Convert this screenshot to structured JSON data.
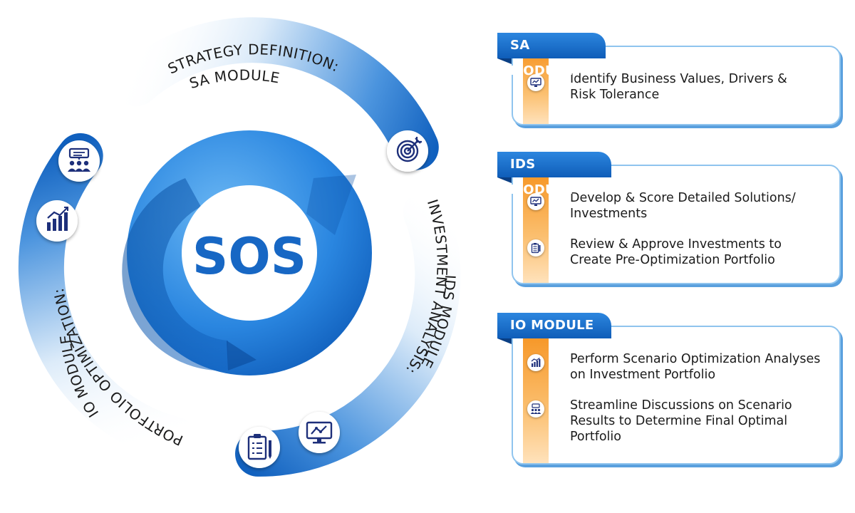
{
  "cycle": {
    "center_label": "SOS",
    "arc_labels": {
      "sa": [
        "STRATEGY DEFINITION:",
        "SA MODULE"
      ],
      "ids": [
        "INVESTMENT ANALYSIS:",
        "IDS MODULE"
      ],
      "io": [
        "PORTFOLIO OPTIMIZATION:",
        "IO MODULE"
      ]
    },
    "icons": [
      "target-icon",
      "collaboration-icon",
      "bar-chart-icon",
      "monitor-chart-icon",
      "clipboard-icon"
    ]
  },
  "modules": [
    {
      "title": "SA MODULE",
      "items": [
        {
          "icon": "monitor-chart-icon",
          "lines": [
            "Identify Business Values, Drivers &",
            "Risk Tolerance"
          ]
        }
      ]
    },
    {
      "title": "IDS MODULE",
      "items": [
        {
          "icon": "monitor-chart-icon",
          "lines": [
            "Develop & Score Detailed Solutions/",
            "Investments"
          ]
        },
        {
          "icon": "clipboard-icon",
          "lines": [
            "Review & Approve Investments to",
            "Create Pre-Optimization Portfolio"
          ]
        }
      ]
    },
    {
      "title": "IO MODULE",
      "items": [
        {
          "icon": "bar-chart-icon",
          "lines": [
            "Perform Scenario Optimization Analyses",
            "on Investment Portfolio"
          ]
        },
        {
          "icon": "collaboration-icon",
          "lines": [
            "Streamline Discussions on Scenario",
            "Results to Determine Final Optimal",
            "Portfolio"
          ]
        }
      ]
    }
  ],
  "colors": {
    "primary_blue": "#1767c4",
    "light_blue": "#cfe4f7",
    "accent_orange": "#f6921e",
    "icon_navy": "#1d2f7a"
  }
}
